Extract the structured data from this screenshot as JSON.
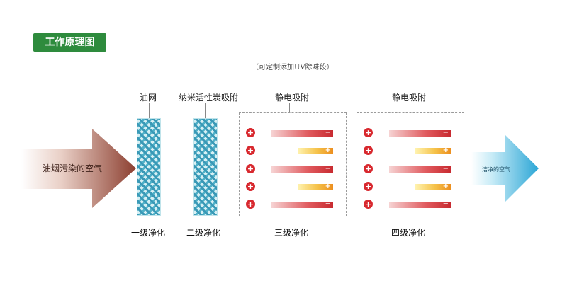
{
  "title": "工作原理图",
  "note": "（可定制添加UV除味段）",
  "inlet_label": "油烟污染的空气",
  "outlet_label": "洁净的空气",
  "filters": [
    {
      "label": "油网",
      "stage": "一级净化"
    },
    {
      "label": "纳米活性炭吸附",
      "stage": "二级净化"
    },
    {
      "label": "静电吸附",
      "stage": "三级净化"
    },
    {
      "label": "静电吸附",
      "stage": "四级净化"
    }
  ],
  "symbols": {
    "positive": "+",
    "negative": "−"
  },
  "colors": {
    "badge": "#2e8b3d",
    "mesh": "#3a98b6",
    "positive_dot": "#d8292f",
    "bar_red": "#d94045",
    "bar_yellow": "#f2b53c",
    "inlet_arrow": "#8c4c3c",
    "outlet_arrow": "#4fb7e0"
  }
}
